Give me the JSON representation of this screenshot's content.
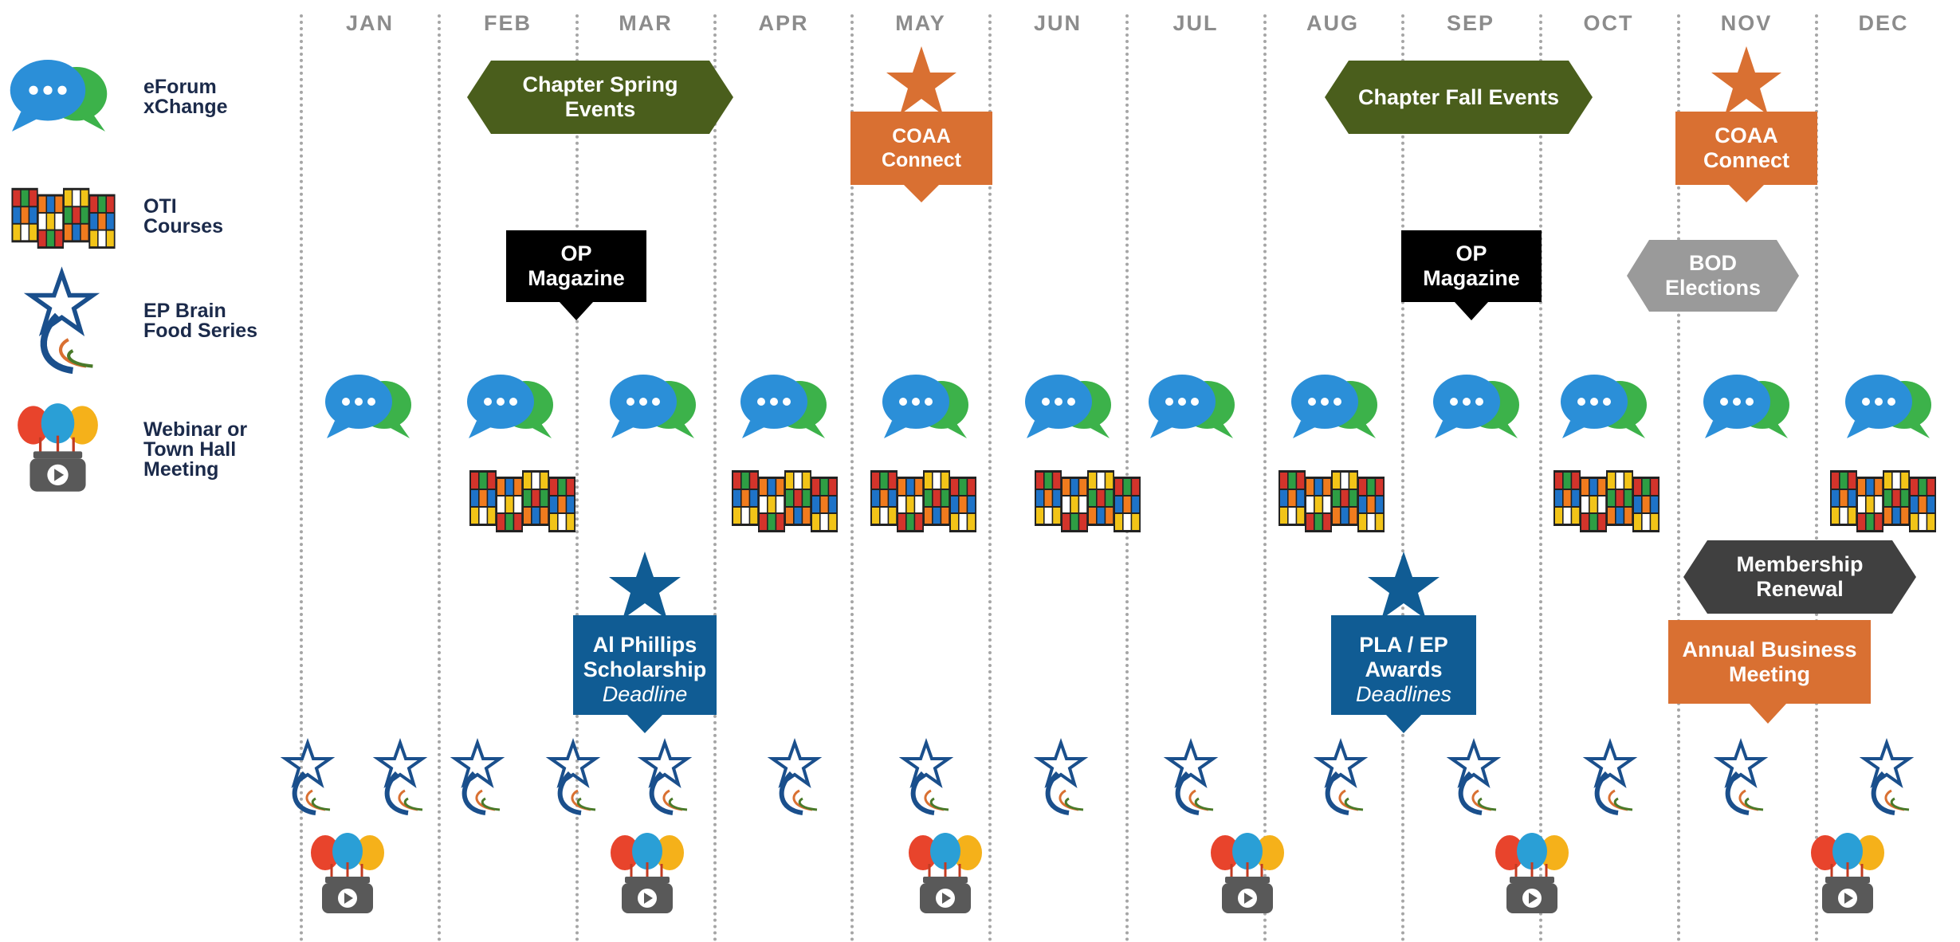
{
  "months": [
    "JAN",
    "FEB",
    "MAR",
    "APR",
    "MAY",
    "JUN",
    "JUL",
    "AUG",
    "SEP",
    "OCT",
    "NOV",
    "DEC"
  ],
  "legend": [
    {
      "icon": "chat-bubbles-icon",
      "label": "eForum\nxChange"
    },
    {
      "icon": "rubiks-cube-icon",
      "label": "OTI\nCourses"
    },
    {
      "icon": "shooting-star-icon",
      "label": "EP Brain\nFood Series"
    },
    {
      "icon": "lightbulbs-play-icon",
      "label": "Webinar or\nTown Hall\nMeeting"
    }
  ],
  "events": {
    "chapter_spring": "Chapter Spring\nEvents",
    "chapter_fall": "Chapter Fall Events",
    "coaa_may": "COAA\nConnect",
    "coaa_nov": "COAA\nConnect",
    "op_mag_feb": "OP\nMagazine",
    "op_mag_sep": "OP\nMagazine",
    "bod_elections": "BOD\nElections",
    "membership_renewal": "Membership\nRenewal",
    "annual_business_meeting": "Annual Business\nMeeting",
    "al_phillips": "Al Phillips\nScholarship",
    "al_phillips_sub": "Deadline",
    "pla_ep": "PLA / EP\nAwards",
    "pla_ep_sub": "Deadlines"
  },
  "colors": {
    "green": "#4a5e1c",
    "orange": "#d97032",
    "black": "#000000",
    "gray": "#9a9a9a",
    "darkgray": "#404040",
    "blue": "#105c94",
    "month_text": "#8c8c8c",
    "legend_text": "#1b2a4a"
  }
}
